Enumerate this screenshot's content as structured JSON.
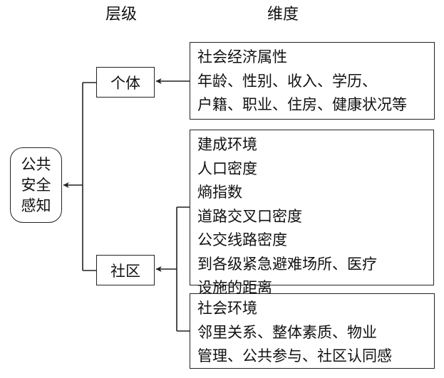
{
  "headers": {
    "level": "层级",
    "dimension": "维度"
  },
  "root": {
    "line1": "公共",
    "line2": "安全",
    "line3": "感知"
  },
  "levels": {
    "individual": "个体",
    "community": "社区"
  },
  "dimensions": {
    "socioeconomic": {
      "lines": [
        "社会经济属性",
        "年龄、性别、收入、学历、",
        "户籍、职业、住房、健康状况等"
      ]
    },
    "built_environment": {
      "lines": [
        "建成环境",
        "人口密度",
        "熵指数",
        "道路交叉口密度",
        "公交线路密度",
        "到各级紧急避难场所、医疗",
        "设施的距离"
      ]
    },
    "social_environment": {
      "lines": [
        "社会环境",
        "邻里关系、整体素质、物业",
        "管理、公共参与、社区认同感"
      ]
    }
  }
}
